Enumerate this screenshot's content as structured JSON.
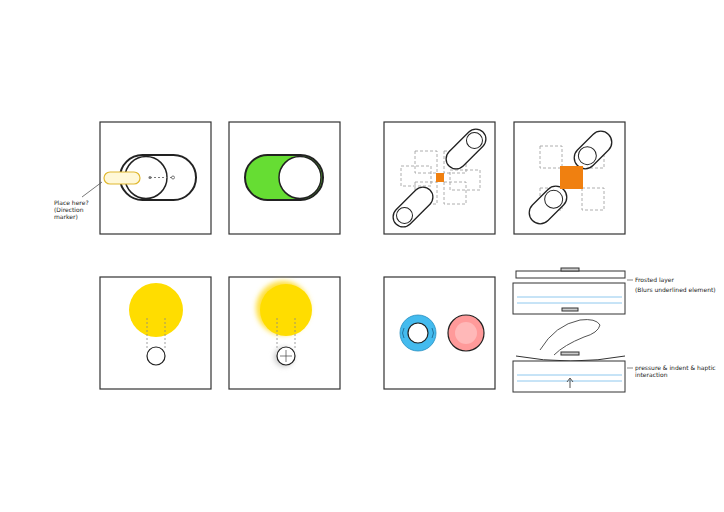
{
  "diagram": {
    "labels": [
      "Place here? (Direction marker)",
      "Frosted layer",
      "(Blurs underlined element)",
      "pressure & indent & haptic interaction"
    ]
  }
}
